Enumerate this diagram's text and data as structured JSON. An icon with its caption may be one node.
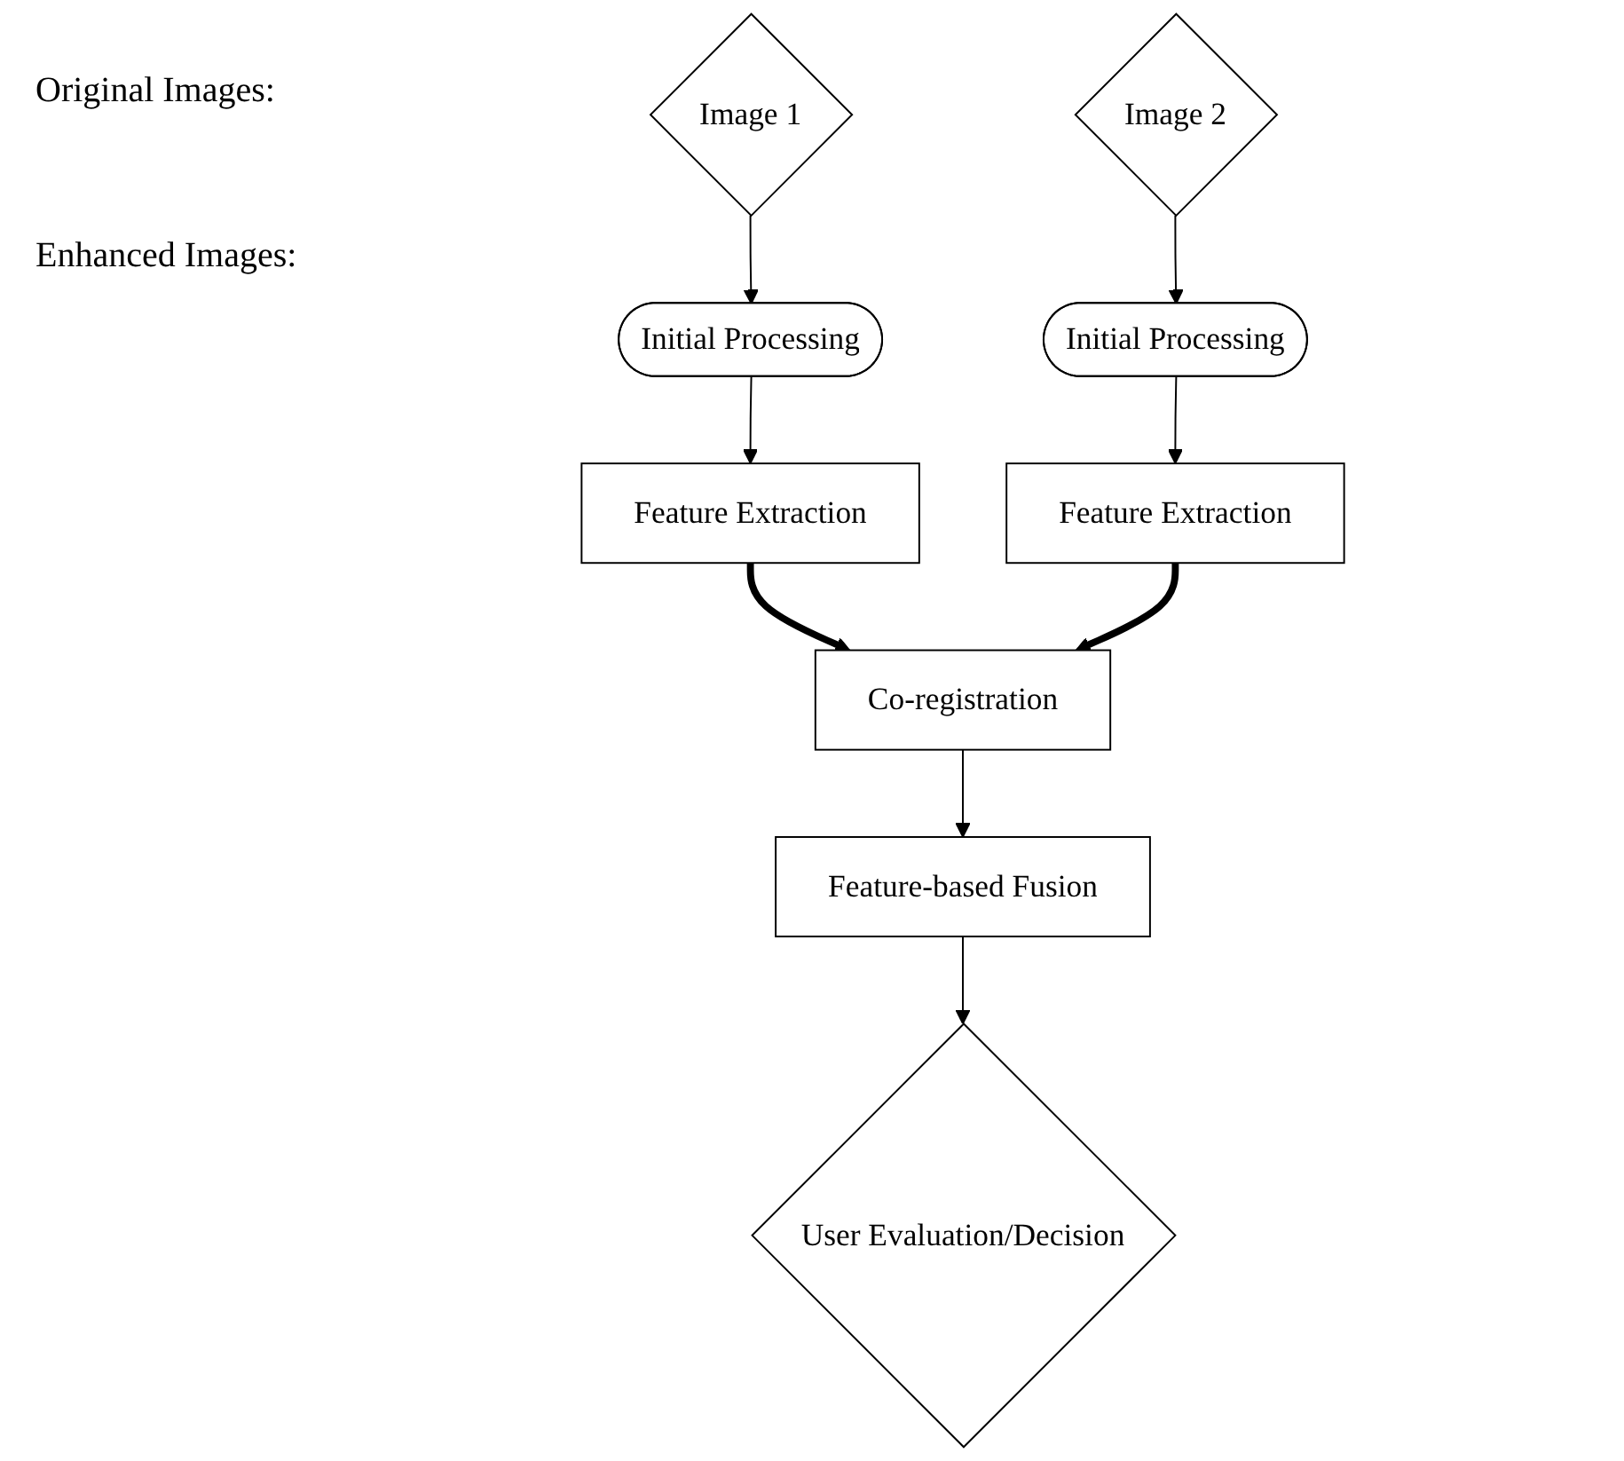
{
  "diagram": {
    "nodes": [
      {
        "text": [
          "Image 1"
        ]
      },
      {
        "text": [
          "Image 2"
        ]
      },
      {
        "text": [
          "Initial Processing"
        ]
      },
      {
        "text": [
          "Initial Processing"
        ]
      },
      {
        "text": [
          "Feature Extraction"
        ]
      },
      {
        "text": [
          "Feature Extraction"
        ]
      },
      {
        "text": [
          "Co-registration"
        ]
      },
      {
        "text": [
          "Feature-based Fusion"
        ]
      },
      {
        "text": [
          "User Evaluation/Decision"
        ]
      }
    ],
    "edges": [
      {
        "from": 0,
        "to": 2,
        "arrow": "to"
      },
      {
        "from": 1,
        "to": 3,
        "arrow": "to"
      },
      {
        "from": 2,
        "to": 4,
        "arrow": "to"
      },
      {
        "from": 3,
        "to": 5,
        "arrow": "to"
      },
      {
        "from": 4,
        "to": 6,
        "arrow": "to",
        "style": "thick"
      },
      {
        "from": 5,
        "to": 6,
        "arrow": "to",
        "style": "thick"
      },
      {
        "from": 6,
        "to": 7,
        "arrow": "to"
      },
      {
        "from": 7,
        "to": 8,
        "arrow": "to"
      }
    ],
    "labels": [
      "Original Images:",
      "Enhanced Images:"
    ]
  }
}
